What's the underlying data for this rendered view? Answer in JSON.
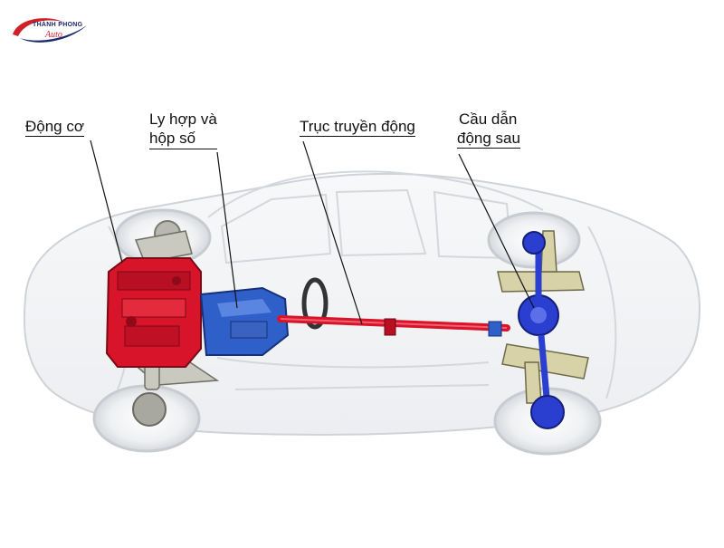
{
  "brand": {
    "name": "THÀNH PHONG",
    "script": "Auto",
    "colors": {
      "blue": "#1b2a6b",
      "red": "#d0202a"
    }
  },
  "labels": {
    "engine": "Động cơ",
    "clutch_line1": "Ly hợp và",
    "clutch_line2": "hộp số",
    "driveshaft": "Trục truyền động",
    "axle_line1": "Cầu dẫn",
    "axle_line2": "động sau"
  },
  "colors": {
    "engine": "#d8142a",
    "transmission": "#2f5fc8",
    "driveshaft": "#d8142a",
    "differential": "#2a3fd0",
    "suspension": "#d8d2a8",
    "body_outline": "#cfd3d8"
  }
}
